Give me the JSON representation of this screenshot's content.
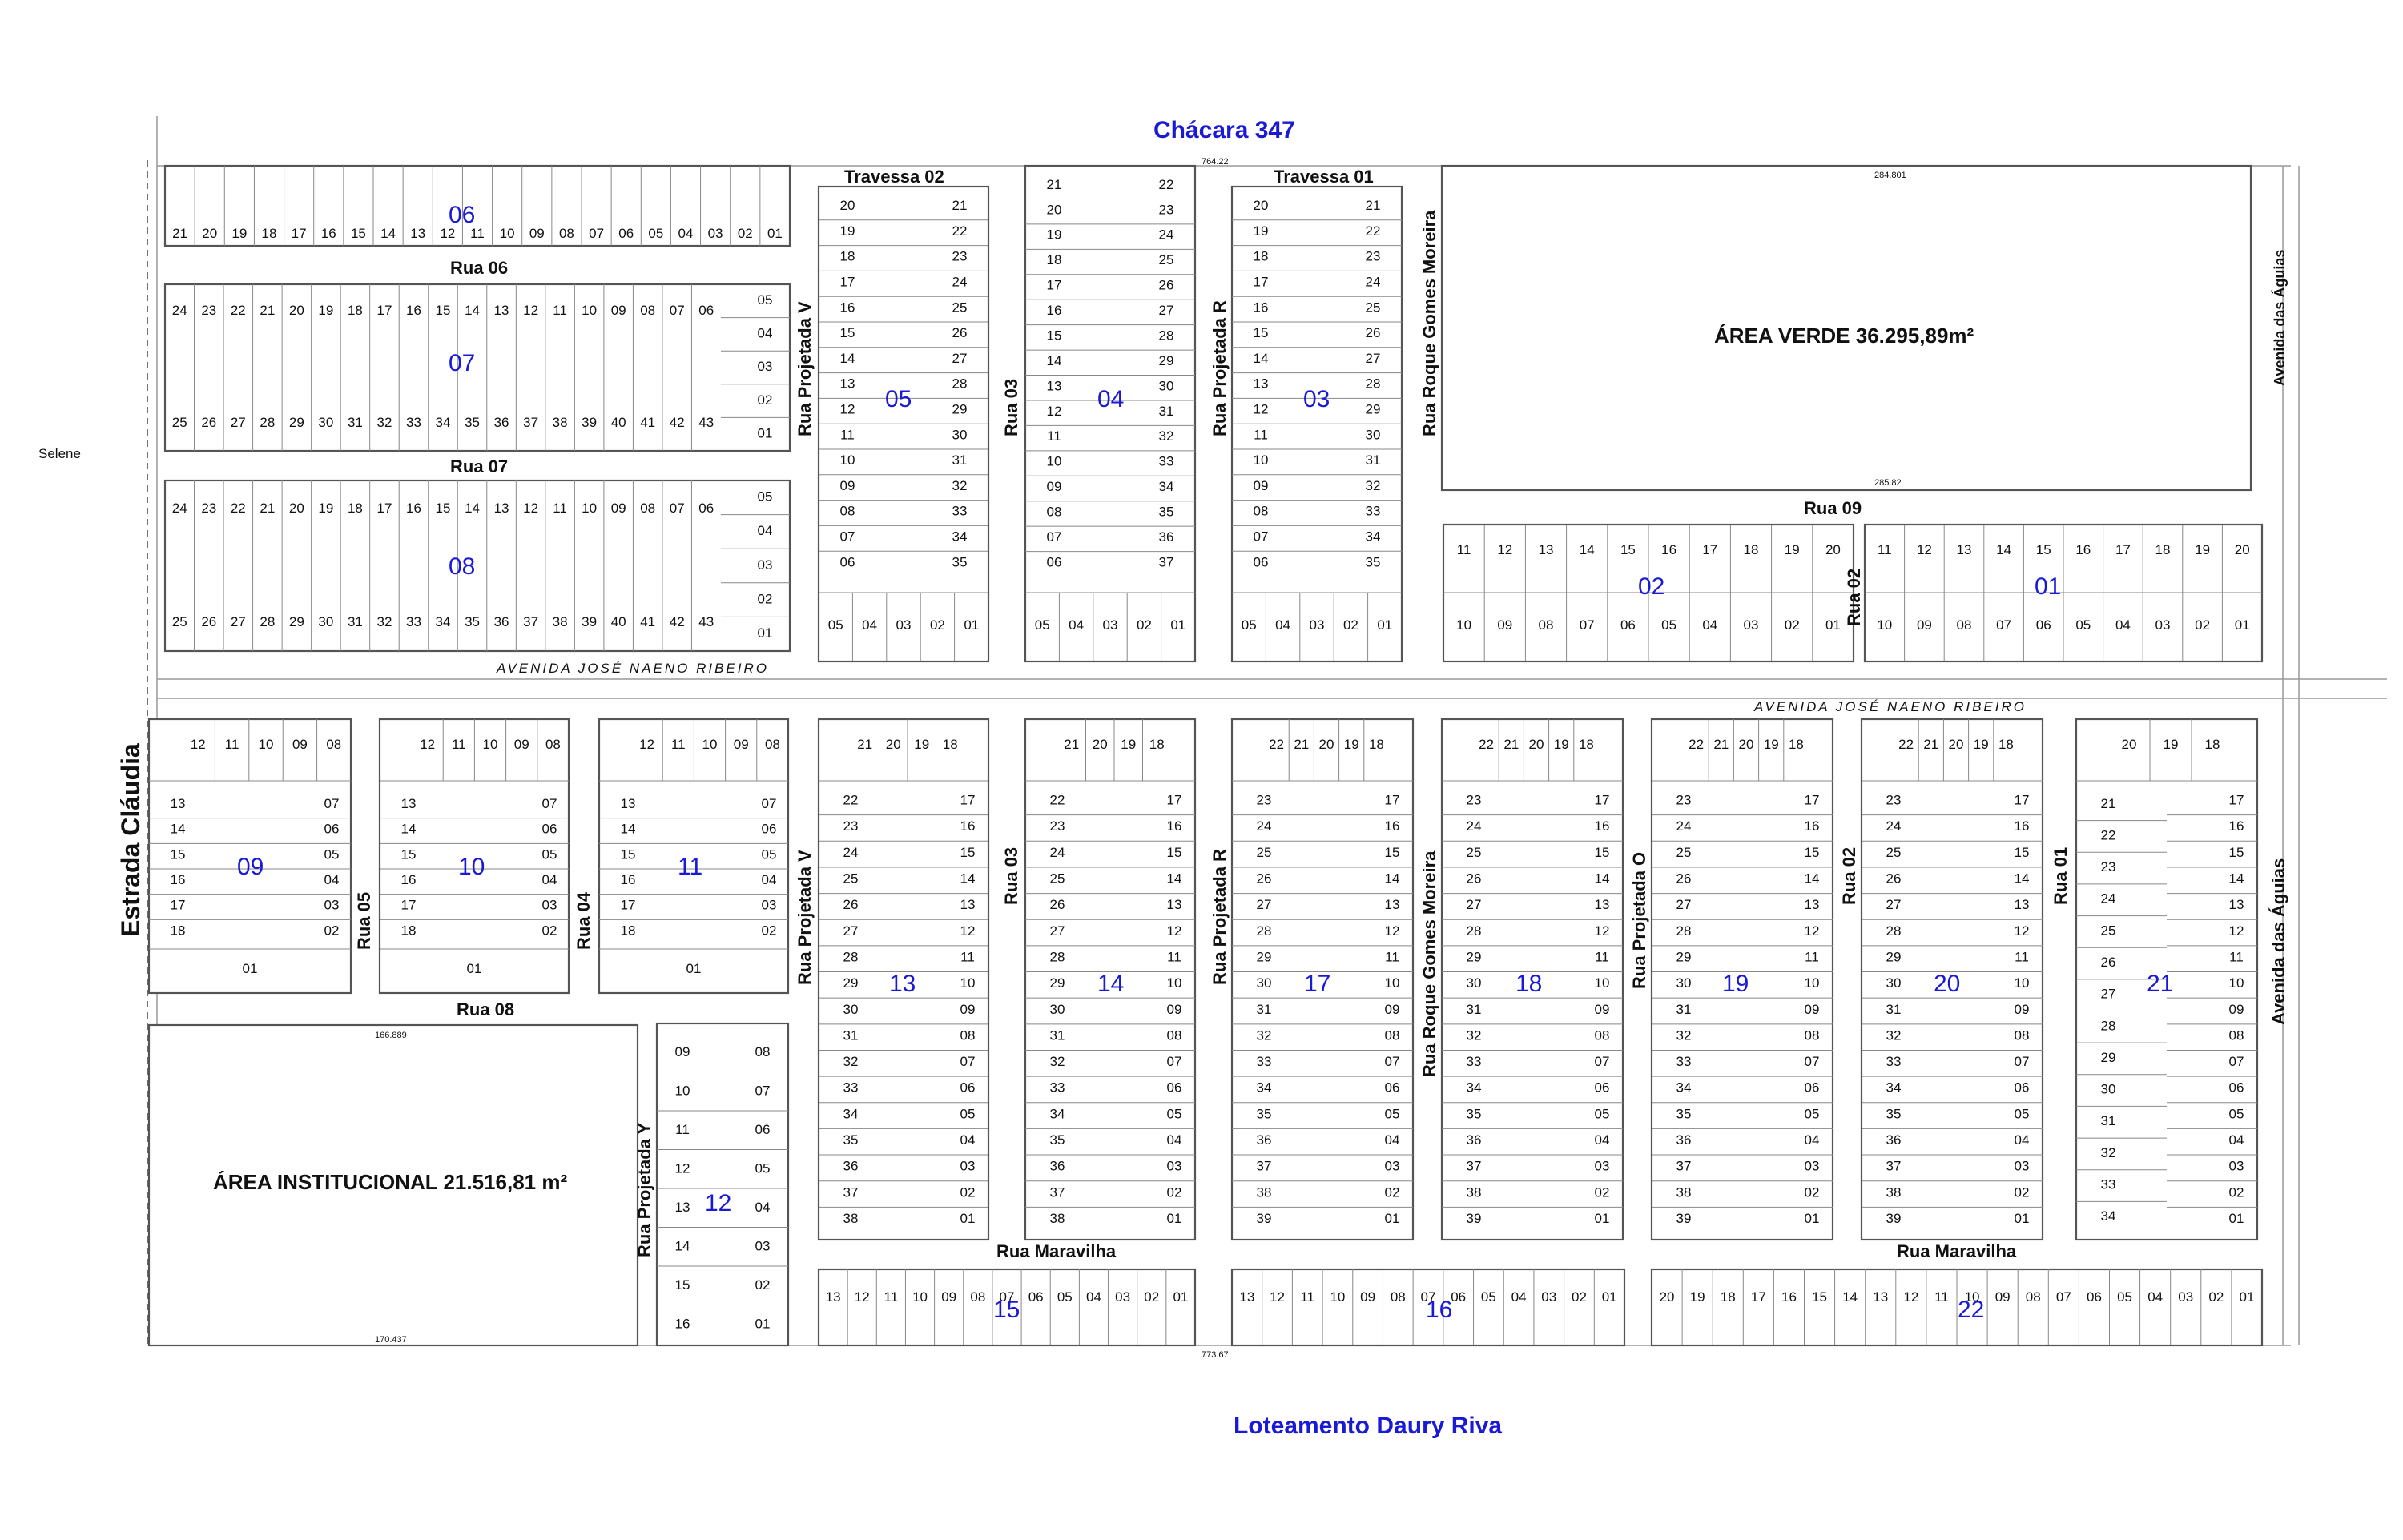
{
  "neighbors": {
    "top": "Chácara 347",
    "bottom": "Loteamento Daury Riva",
    "left_small": "Selene"
  },
  "streets": {
    "estrada": "Estrada Cláudia",
    "rua06": "Rua 06",
    "rua07": "Rua 07",
    "rua08": "Rua 08",
    "rua09": "Rua 09",
    "travessa02": "Travessa 02",
    "travessa01": "Travessa 01",
    "rua_proj_v": "Rua Projetada V",
    "rua03": "Rua 03",
    "rua_proj_r": "Rua Projetada R",
    "rua_roque": "Rua Roque Gomes Moreira",
    "rua_proj_o": "Rua Projetada O",
    "rua02": "Rua 02",
    "rua01": "Rua 01",
    "rua05": "Rua 05",
    "rua04": "Rua 04",
    "rua_proj_y": "Rua Projetada Y",
    "rua_maravilha": "Rua Maravilha",
    "av_aguas": "Avenida das Águias",
    "av_jose": "AVENIDA JOSÉ NAENO RIBEIRO"
  },
  "areas": {
    "verde": "ÁREA VERDE 36.295,89m²",
    "institucional": "ÁREA INSTITUCIONAL 21.516,81 m²"
  },
  "dimensions": {
    "top_total": "764.22",
    "bottom_total": "773.67",
    "verde_top": "284.801",
    "verde_bottom": "285.82",
    "inst_top": "166.889",
    "inst_bottom": "170.437"
  },
  "blocks": [
    {
      "q": "06",
      "rows": [
        [
          "21",
          "20",
          "19",
          "18",
          "17",
          "16",
          "15",
          "14",
          "13",
          "12",
          "11",
          "10",
          "09",
          "08",
          "07",
          "06",
          "05",
          "04",
          "03",
          "02",
          "01"
        ]
      ]
    },
    {
      "q": "07",
      "rows": [
        [
          "24",
          "23",
          "22",
          "21",
          "20",
          "19",
          "18",
          "17",
          "16",
          "15",
          "14",
          "13",
          "12",
          "11",
          "10",
          "09",
          "08",
          "07",
          "06"
        ],
        [
          "25",
          "26",
          "27",
          "28",
          "29",
          "30",
          "31",
          "32",
          "33",
          "34",
          "35",
          "36",
          "37",
          "38",
          "39",
          "40",
          "41",
          "42",
          "43"
        ]
      ],
      "side": [
        "05",
        "04",
        "03",
        "02",
        "01"
      ]
    },
    {
      "q": "08",
      "rows": [
        [
          "24",
          "23",
          "22",
          "21",
          "20",
          "19",
          "18",
          "17",
          "16",
          "15",
          "14",
          "13",
          "12",
          "11",
          "10",
          "09",
          "08",
          "07",
          "06"
        ],
        [
          "25",
          "26",
          "27",
          "28",
          "29",
          "30",
          "31",
          "32",
          "33",
          "34",
          "35",
          "36",
          "37",
          "38",
          "39",
          "40",
          "41",
          "42",
          "43"
        ]
      ],
      "side": [
        "05",
        "04",
        "03",
        "02",
        "01"
      ]
    },
    {
      "q": "05",
      "left": [
        "20",
        "19",
        "18",
        "17",
        "16",
        "15",
        "14",
        "13",
        "12",
        "11",
        "10",
        "09",
        "08",
        "07",
        "06"
      ],
      "right": [
        "21",
        "22",
        "23",
        "24",
        "25",
        "26",
        "27",
        "28",
        "29",
        "30",
        "31",
        "32",
        "33",
        "34",
        "35"
      ],
      "bottom": [
        "05",
        "04",
        "03",
        "02",
        "01"
      ]
    },
    {
      "q": "04",
      "left": [
        "21",
        "20",
        "19",
        "18",
        "17",
        "16",
        "15",
        "14",
        "13",
        "12",
        "11",
        "10",
        "09",
        "08",
        "07",
        "06"
      ],
      "right": [
        "22",
        "23",
        "24",
        "25",
        "26",
        "27",
        "28",
        "29",
        "30",
        "31",
        "32",
        "33",
        "34",
        "35",
        "36",
        "37"
      ],
      "bottom": [
        "05",
        "04",
        "03",
        "02",
        "01"
      ]
    },
    {
      "q": "03",
      "left": [
        "20",
        "19",
        "18",
        "17",
        "16",
        "15",
        "14",
        "13",
        "12",
        "11",
        "10",
        "09",
        "08",
        "07",
        "06"
      ],
      "right": [
        "21",
        "22",
        "23",
        "24",
        "25",
        "26",
        "27",
        "28",
        "29",
        "30",
        "31",
        "32",
        "33",
        "34",
        "35"
      ],
      "bottom": [
        "05",
        "04",
        "03",
        "02",
        "01"
      ]
    },
    {
      "q": "02",
      "rows": [
        [
          "11",
          "12",
          "13",
          "14",
          "15",
          "16",
          "17",
          "18",
          "19",
          "20"
        ],
        [
          "10",
          "09",
          "08",
          "07",
          "06",
          "05",
          "04",
          "03",
          "02",
          "01"
        ]
      ]
    },
    {
      "q": "01",
      "rows": [
        [
          "11",
          "12",
          "13",
          "14",
          "15",
          "16",
          "17",
          "18",
          "19",
          "20"
        ],
        [
          "10",
          "09",
          "08",
          "07",
          "06",
          "05",
          "04",
          "03",
          "02",
          "01"
        ]
      ]
    },
    {
      "q": "09",
      "top": [
        "12",
        "11",
        "10",
        "09",
        "08"
      ],
      "left": [
        "13",
        "14",
        "15",
        "16",
        "17",
        "18"
      ],
      "right": [
        "07",
        "06",
        "05",
        "04",
        "03",
        "02"
      ],
      "bottom": [
        "01"
      ]
    },
    {
      "q": "10",
      "top": [
        "12",
        "11",
        "10",
        "09",
        "08"
      ],
      "left": [
        "13",
        "14",
        "15",
        "16",
        "17",
        "18"
      ],
      "right": [
        "07",
        "06",
        "05",
        "04",
        "03",
        "02"
      ],
      "bottom": [
        "01"
      ]
    },
    {
      "q": "11",
      "top": [
        "12",
        "11",
        "10",
        "09",
        "08"
      ],
      "left": [
        "13",
        "14",
        "15",
        "16",
        "17",
        "18"
      ],
      "right": [
        "07",
        "06",
        "05",
        "04",
        "03",
        "02"
      ],
      "bottom": [
        "01"
      ]
    },
    {
      "q": "12",
      "left": [
        "09",
        "10",
        "11",
        "12",
        "13",
        "14",
        "15",
        "16"
      ],
      "right": [
        "08",
        "07",
        "06",
        "05",
        "04",
        "03",
        "02",
        "01"
      ]
    },
    {
      "q": "13",
      "top": [
        "21",
        "20",
        "19",
        "18"
      ],
      "left": [
        "22",
        "23",
        "24",
        "25",
        "26",
        "27",
        "28",
        "29",
        "30",
        "31",
        "32",
        "33",
        "34",
        "35",
        "36",
        "37",
        "38"
      ],
      "right": [
        "17",
        "16",
        "15",
        "14",
        "13",
        "12",
        "11",
        "10",
        "09",
        "08",
        "07",
        "06",
        "05",
        "04",
        "03",
        "02",
        "01"
      ]
    },
    {
      "q": "14",
      "top": [
        "21",
        "20",
        "19",
        "18"
      ],
      "left": [
        "22",
        "23",
        "24",
        "25",
        "26",
        "27",
        "28",
        "29",
        "30",
        "31",
        "32",
        "33",
        "34",
        "35",
        "36",
        "37",
        "38"
      ],
      "right": [
        "17",
        "16",
        "15",
        "14",
        "13",
        "12",
        "11",
        "10",
        "09",
        "08",
        "07",
        "06",
        "05",
        "04",
        "03",
        "02",
        "01"
      ]
    },
    {
      "q": "17",
      "top": [
        "22",
        "21",
        "20",
        "19",
        "18"
      ],
      "left": [
        "23",
        "24",
        "25",
        "26",
        "27",
        "28",
        "29",
        "30",
        "31",
        "32",
        "33",
        "34",
        "35",
        "36",
        "37",
        "38",
        "39"
      ],
      "right": [
        "17",
        "16",
        "15",
        "14",
        "13",
        "12",
        "11",
        "10",
        "09",
        "08",
        "07",
        "06",
        "05",
        "04",
        "03",
        "02",
        "01"
      ]
    },
    {
      "q": "18",
      "top": [
        "22",
        "21",
        "20",
        "19",
        "18"
      ],
      "left": [
        "23",
        "24",
        "25",
        "26",
        "27",
        "28",
        "29",
        "30",
        "31",
        "32",
        "33",
        "34",
        "35",
        "36",
        "37",
        "38",
        "39"
      ],
      "right": [
        "17",
        "16",
        "15",
        "14",
        "13",
        "12",
        "11",
        "10",
        "09",
        "08",
        "07",
        "06",
        "05",
        "04",
        "03",
        "02",
        "01"
      ]
    },
    {
      "q": "19",
      "top": [
        "22",
        "21",
        "20",
        "19",
        "18"
      ],
      "left": [
        "23",
        "24",
        "25",
        "26",
        "27",
        "28",
        "29",
        "30",
        "31",
        "32",
        "33",
        "34",
        "35",
        "36",
        "37",
        "38",
        "39"
      ],
      "right": [
        "17",
        "16",
        "15",
        "14",
        "13",
        "12",
        "11",
        "10",
        "09",
        "08",
        "07",
        "06",
        "05",
        "04",
        "03",
        "02",
        "01"
      ]
    },
    {
      "q": "20",
      "top": [
        "22",
        "21",
        "20",
        "19",
        "18"
      ],
      "left": [
        "23",
        "24",
        "25",
        "26",
        "27",
        "28",
        "29",
        "30",
        "31",
        "32",
        "33",
        "34",
        "35",
        "36",
        "37",
        "38",
        "39"
      ],
      "right": [
        "17",
        "16",
        "15",
        "14",
        "13",
        "12",
        "11",
        "10",
        "09",
        "08",
        "07",
        "06",
        "05",
        "04",
        "03",
        "02",
        "01"
      ]
    },
    {
      "q": "21",
      "top": [
        "20",
        "19",
        "18"
      ],
      "left": [
        "21",
        "22",
        "23",
        "24",
        "25",
        "26",
        "27",
        "28",
        "29",
        "30",
        "31",
        "32",
        "33",
        "34"
      ],
      "right": [
        "17",
        "16",
        "15",
        "14",
        "13",
        "12",
        "11",
        "10",
        "09",
        "08",
        "07",
        "06",
        "05",
        "04",
        "03",
        "02",
        "01"
      ]
    },
    {
      "q": "15",
      "rows": [
        [
          "13",
          "12",
          "11",
          "10",
          "09",
          "08",
          "07",
          "06",
          "05",
          "04",
          "03",
          "02",
          "01"
        ]
      ]
    },
    {
      "q": "16",
      "rows": [
        [
          "13",
          "12",
          "11",
          "10",
          "09",
          "08",
          "07",
          "06",
          "05",
          "04",
          "03",
          "02",
          "01"
        ]
      ]
    },
    {
      "q": "22",
      "rows": [
        [
          "20",
          "19",
          "18",
          "17",
          "16",
          "15",
          "14",
          "13",
          "12",
          "11",
          "10",
          "09",
          "08",
          "07",
          "06",
          "05",
          "04",
          "03",
          "02",
          "01"
        ]
      ]
    }
  ]
}
